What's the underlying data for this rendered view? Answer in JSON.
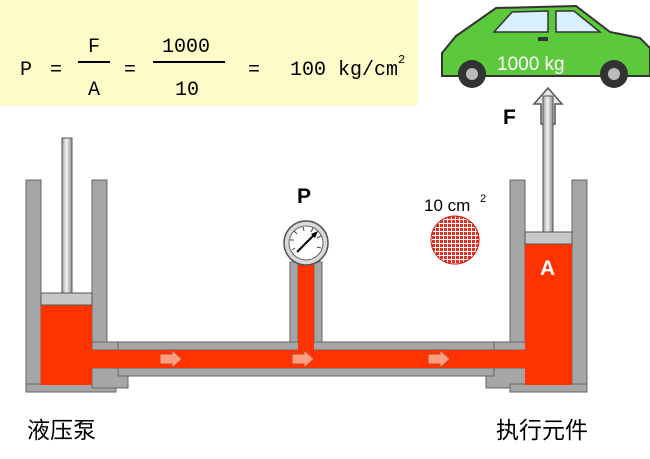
{
  "formula": {
    "p": "P",
    "eq1": "=",
    "f": "F",
    "a": "A",
    "eq2": "=",
    "num": "1000",
    "den": "10",
    "eq3": "=",
    "result_value": "100 kg/cm",
    "result_exp": "2",
    "background": "#fffbc8"
  },
  "car": {
    "label": "1000 kg",
    "body_color": "#5cc83c"
  },
  "force_label": "F",
  "gauge_label": "P",
  "area": {
    "value": "10 cm",
    "exp": "2"
  },
  "piston_label": "A",
  "pump_label": "液压泵",
  "actuator_label": "执行元件",
  "colors": {
    "fluid": "#ff3300",
    "wall": "#a6a6a6",
    "wall_dark": "#7f7f7f",
    "flow_arrow": "#ff9f80",
    "area_dot": "#e03020"
  }
}
